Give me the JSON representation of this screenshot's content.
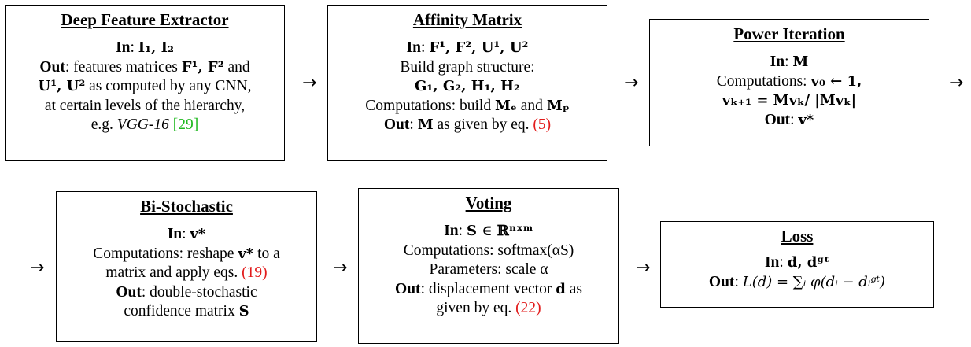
{
  "boxes": {
    "deep_feature_extractor": {
      "title": "Deep Feature Extractor",
      "in_label": "In",
      "in_value": "I₁, I₂",
      "out_label": "Out",
      "out_text_a": "features matrices",
      "out_math_a": "F¹, F²",
      "out_text_b": "and",
      "out_math_b": "U¹, U²",
      "out_text_c": "as computed by any CNN,",
      "out_text_d": "at certain levels of the hierarchy,",
      "out_text_e": "e.g.",
      "example_name": "VGG-16",
      "citation": "[29]"
    },
    "affinity_matrix": {
      "title": "Affinity Matrix",
      "in_label": "In",
      "in_value": "F¹, F², U¹, U²",
      "build_text": "Build graph structure:",
      "graph_value": "G₁, G₂, H₁, H₂",
      "comp_label": "Computations: build",
      "comp_a": "Mₑ",
      "comp_and": "and",
      "comp_b": "Mₚ",
      "out_label": "Out",
      "out_math": "M",
      "out_text": "as given by eq.",
      "eq_ref": "(5)"
    },
    "power_iteration": {
      "title": "Power Iteration",
      "in_label": "In",
      "in_value": "M",
      "comp_label": "Computations:",
      "comp_line1": "v₀ ← 1,",
      "comp_line2": "vₖ₊₁ = Mvₖ/ |Mvₖ|",
      "out_label": "Out",
      "out_value": "v*"
    },
    "bi_stochastic": {
      "title": "Bi-Stochastic",
      "in_label": "In",
      "in_value": "v*",
      "comp_text_a": "Computations: reshape",
      "comp_math": "v*",
      "comp_text_b": "to a",
      "comp_line2": "matrix and apply eqs.",
      "eq_ref": "(19)",
      "out_label": "Out",
      "out_text": "double-stochastic",
      "out_line2": "confidence matrix",
      "out_math": "S"
    },
    "voting": {
      "title": "Voting",
      "in_label": "In",
      "in_value": "S ∈ ℝⁿˣᵐ",
      "comp_label": "Computations: softmax(αS)",
      "params": "Parameters: scale α",
      "out_label": "Out",
      "out_text": "displacement vector",
      "out_math": "d",
      "out_text_b": "as",
      "out_line2": "given by eq.",
      "eq_ref": "(22)"
    },
    "loss": {
      "title": "Loss",
      "in_label": "In",
      "in_value": "d, dᵍᵗ",
      "out_label": "Out",
      "out_value": "L(d) = ∑ᵢ φ(dᵢ − dᵢᵍᵗ)"
    }
  },
  "arrow_glyph": "→",
  "colors": {
    "citation": "#1fb81f",
    "eq_ref": "#e21b1b",
    "border": "#000000"
  }
}
